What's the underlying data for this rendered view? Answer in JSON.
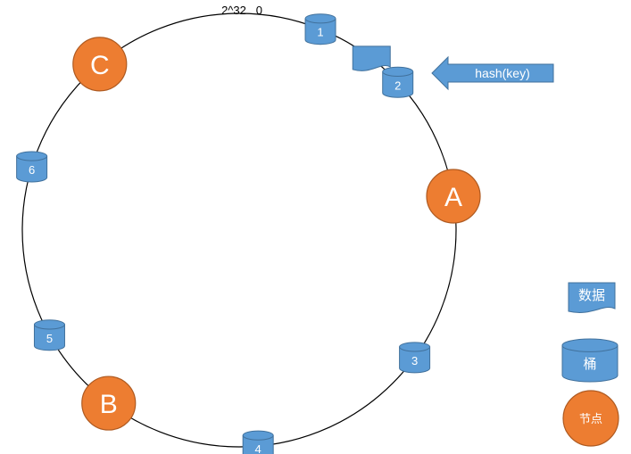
{
  "ring": {
    "top_label": "2^32   0",
    "colors": {
      "line": "#000000"
    }
  },
  "nodes": [
    {
      "id": "node-a",
      "label": "A",
      "angle": 81
    },
    {
      "id": "node-b",
      "label": "B",
      "angle": 217
    },
    {
      "id": "node-c",
      "label": "C",
      "angle": 320
    }
  ],
  "buckets": [
    {
      "id": "bucket-1",
      "label": "1",
      "angle": 22
    },
    {
      "id": "bucket-2",
      "label": "2",
      "angle": 47
    },
    {
      "id": "bucket-3",
      "label": "3",
      "angle": 126
    },
    {
      "id": "bucket-4",
      "label": "4",
      "angle": 175
    },
    {
      "id": "bucket-5",
      "label": "5",
      "angle": 241
    },
    {
      "id": "bucket-6",
      "label": "6",
      "angle": 287
    }
  ],
  "data_item": {
    "angle": 37
  },
  "hash_arrow": {
    "label": "hash(key)"
  },
  "legend": {
    "data_label": "数据",
    "bucket_label": "桶",
    "node_label": "节点"
  },
  "colors": {
    "node_fill": "#ED7D31",
    "node_stroke": "#AE5A21",
    "blue_fill": "#5B9BD5",
    "blue_stroke": "#41719C",
    "text_light": "#ffffff"
  }
}
